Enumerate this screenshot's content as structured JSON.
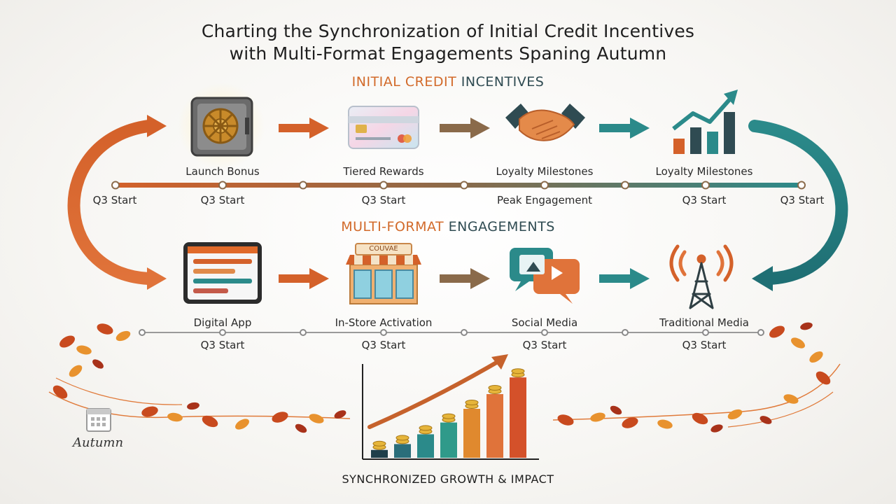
{
  "title": {
    "line1": "Charting the Synchronization of Initial Credit Incentives",
    "line2": "with Multi-Format Engagements Spaning Autumn"
  },
  "sections": {
    "credit": {
      "part1": "INITIAL CREDIT ",
      "part2": "INCENTIVES"
    },
    "engagements": {
      "part1": "MULTI-FORMAT ",
      "part2": "ENGAGEMENTS"
    }
  },
  "credit_steps": [
    {
      "label": "Launch Bonus",
      "icon": "vault-icon"
    },
    {
      "label": "Tiered Rewards",
      "icon": "credit-card-icon"
    },
    {
      "label": "Loyalty Milestones",
      "icon": "handshake-icon"
    },
    {
      "label": "Loyalty Milestones",
      "icon": "growth-chart-icon"
    }
  ],
  "credit_timeline": [
    "Q3 Start",
    "Q3 Start",
    "Q3 Start",
    "Peak Engagement",
    "Q3 Start",
    "Q3 Start"
  ],
  "engagement_steps": [
    {
      "label": "Digital App",
      "icon": "tablet-app-icon"
    },
    {
      "label": "In-Store Activation",
      "icon": "storefront-icon",
      "sign": "COUVAE"
    },
    {
      "label": "Social Media",
      "icon": "social-media-icon"
    },
    {
      "label": "Traditional Media",
      "icon": "broadcast-tower-icon"
    }
  ],
  "engagement_timeline": [
    "Q3 Start",
    "Q3 Start",
    "Q3 Start",
    "Q3 Start"
  ],
  "autumn_label": "Autumn",
  "footer": "SYNCHRONIZED GROWTH & IMPACT",
  "growth_bars": [
    0.08,
    0.14,
    0.24,
    0.36,
    0.5,
    0.65,
    0.82
  ],
  "colors": {
    "orange": "#d4612a",
    "brown": "#8a6a4a",
    "teal": "#2b8a8a",
    "dark": "#2f4b52"
  }
}
